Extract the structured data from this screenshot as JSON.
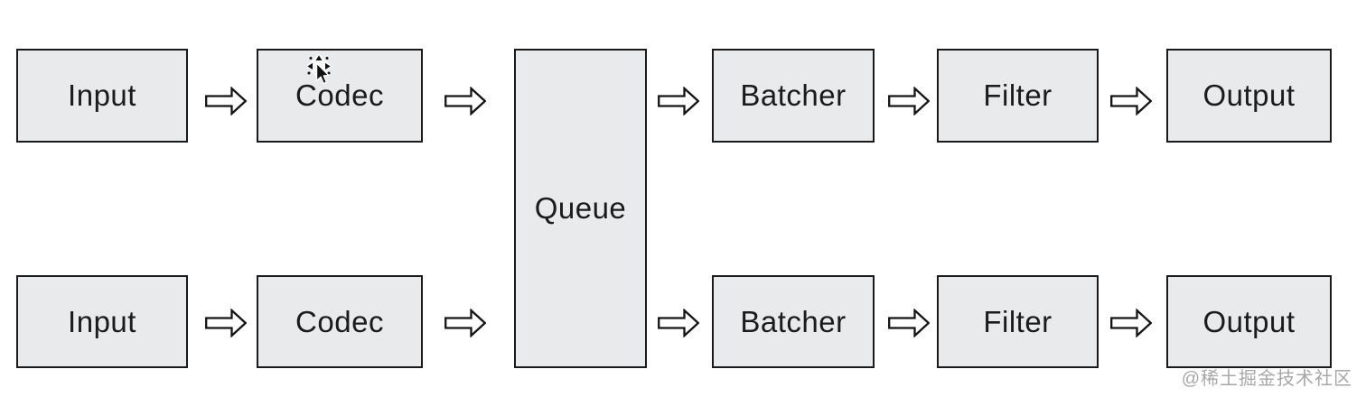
{
  "diagram": {
    "nodes": {
      "input_top": "Input",
      "codec_top": "Codec",
      "queue": "Queue",
      "batcher_top": "Batcher",
      "filter_top": "Filter",
      "output_top": "Output",
      "input_bottom": "Input",
      "codec_bottom": "Codec",
      "batcher_bottom": "Batcher",
      "filter_bottom": "Filter",
      "output_bottom": "Output"
    },
    "flow_top": [
      "Input",
      "Codec",
      "Queue",
      "Batcher",
      "Filter",
      "Output"
    ],
    "flow_bottom": [
      "Input",
      "Codec",
      "Queue",
      "Batcher",
      "Filter",
      "Output"
    ],
    "icons": {
      "arrow": "flow-arrow-right-icon",
      "cursor": "move-drag-cursor-icon"
    },
    "colors": {
      "background": "#ffffff",
      "node_fill": "#e9eaec",
      "node_border": "#1a1a1a",
      "node_text": "#1b1b1b",
      "arrow_fill": "#ffffff",
      "arrow_stroke": "#141414",
      "watermark": "#a0a0a0"
    },
    "watermark": "@稀土掘金技术社区"
  }
}
